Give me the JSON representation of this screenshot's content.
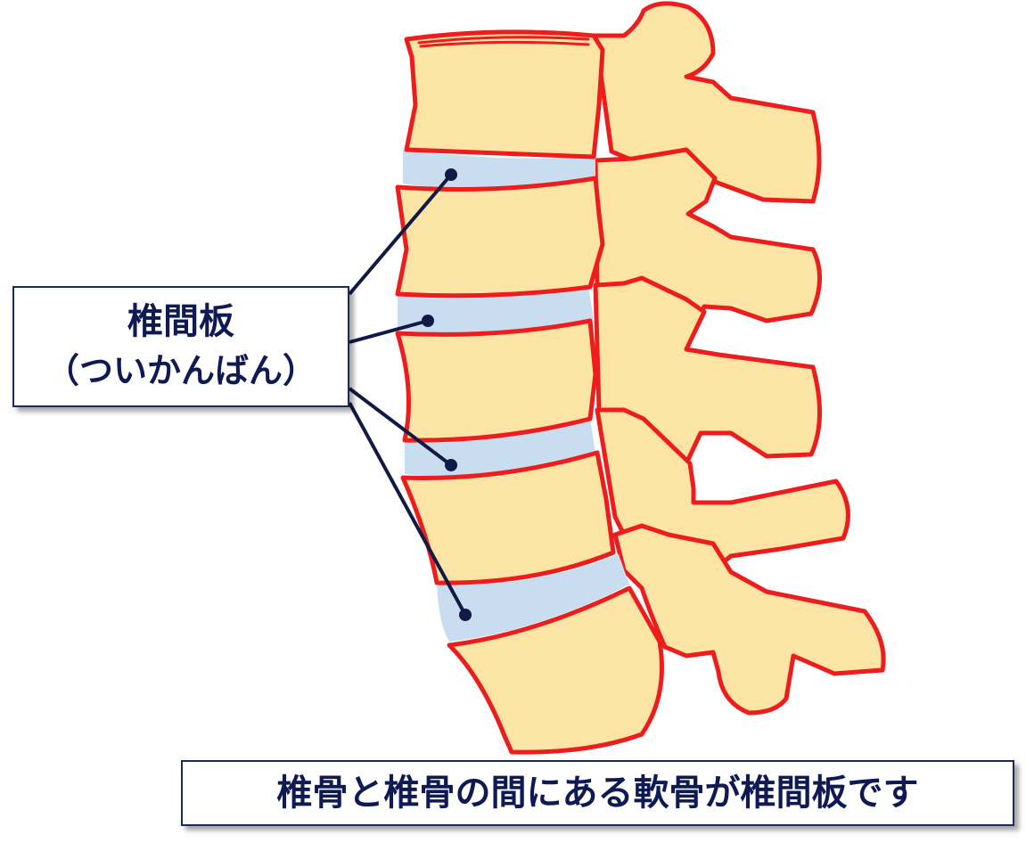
{
  "label": {
    "title": "椎間板",
    "reading": "（ついかんばん）"
  },
  "caption": "椎骨と椎骨の間にある軟骨が椎間板です",
  "colors": {
    "bone_fill": "#fbe4a6",
    "bone_outline": "#ee1d1d",
    "disc_fill": "#c9ddf0",
    "leader_line": "#111a44",
    "text": "#0f1a55"
  }
}
